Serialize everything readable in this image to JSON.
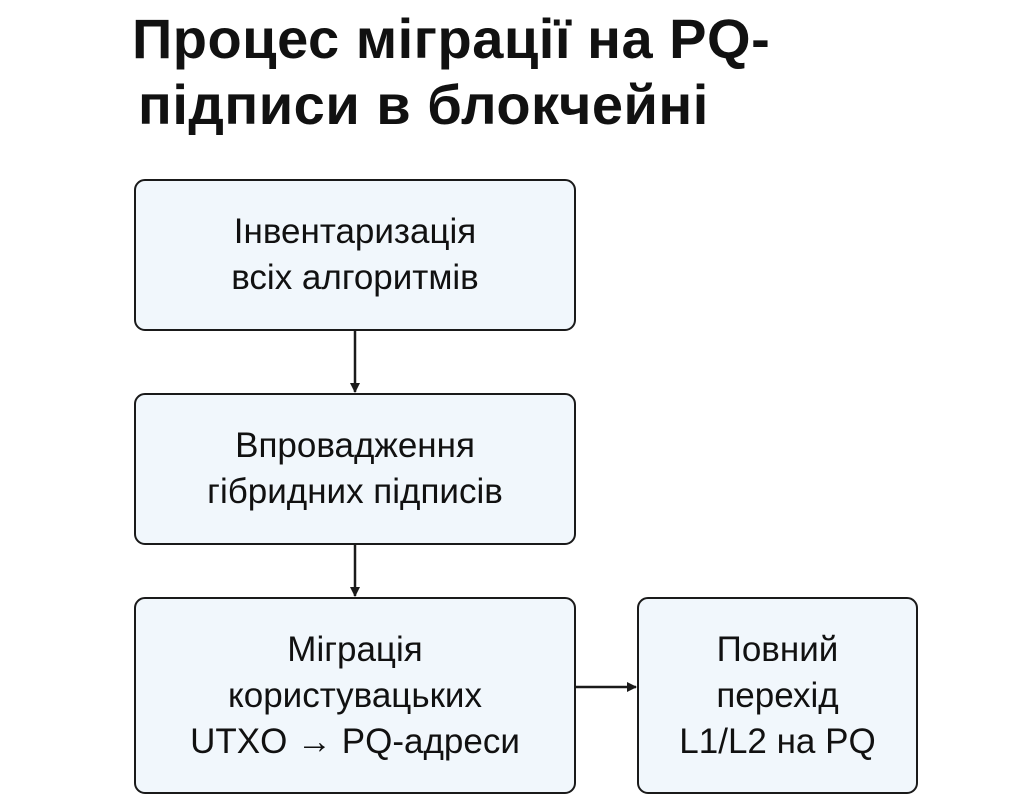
{
  "title": {
    "line1": "Процес міграції на PQ-",
    "line2": "підписи в блокчейні"
  },
  "steps": [
    {
      "lines": [
        "Інвентаризація",
        "всіх алгоритмів"
      ]
    },
    {
      "lines": [
        "Впровадження",
        "гібридних підписів"
      ]
    },
    {
      "lines": [
        "Міграція",
        "користувацьких",
        "UTXO → PQ-адреси"
      ]
    },
    {
      "lines": [
        "Повний",
        "перехід",
        "L1/L2 на PQ"
      ]
    }
  ],
  "colors": {
    "box_fill": "#f1f7fc",
    "border": "#1a1a1a"
  }
}
